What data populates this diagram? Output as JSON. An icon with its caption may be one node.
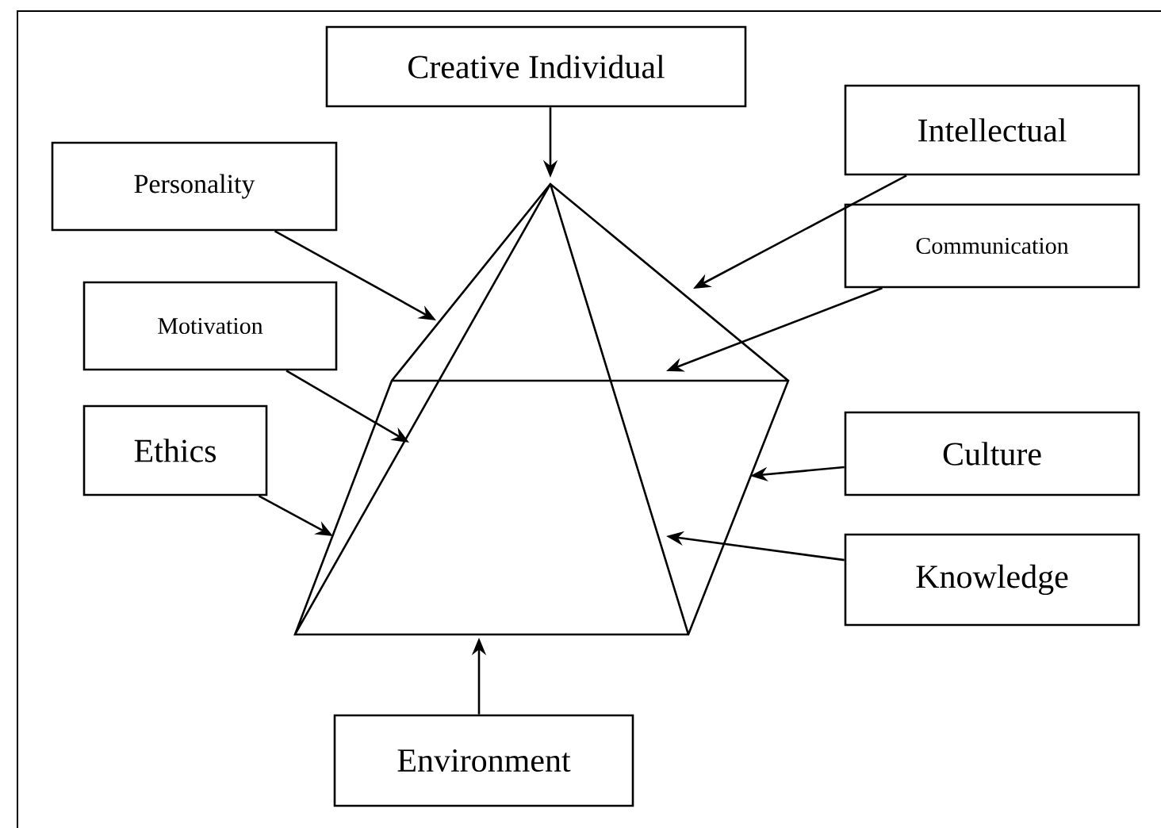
{
  "diagram": {
    "nodes": [
      {
        "text": [
          "Creative Individual"
        ]
      },
      {
        "text": [
          "Intellectual"
        ]
      },
      {
        "text": [
          "Personality"
        ]
      },
      {
        "text": [
          "Communication"
        ]
      },
      {
        "text": [
          "Motivation"
        ]
      },
      {
        "text": [
          "Ethics"
        ]
      },
      {
        "text": [
          "Culture"
        ]
      },
      {
        "text": [
          "Knowledge"
        ]
      },
      {
        "text": [
          "Environment"
        ]
      }
    ],
    "edges": [
      {
        "from": 0,
        "to": null,
        "arrow": "to"
      },
      {
        "from": 1,
        "to": null,
        "arrow": "to"
      },
      {
        "from": 2,
        "to": null,
        "arrow": "to"
      },
      {
        "from": 3,
        "to": null,
        "arrow": "to"
      },
      {
        "from": 4,
        "to": null,
        "arrow": "to"
      },
      {
        "from": 5,
        "to": null,
        "arrow": "to"
      },
      {
        "from": 6,
        "to": null,
        "arrow": "to"
      },
      {
        "from": 7,
        "to": null,
        "arrow": "to"
      },
      {
        "from": 8,
        "to": null,
        "arrow": "to"
      }
    ]
  }
}
